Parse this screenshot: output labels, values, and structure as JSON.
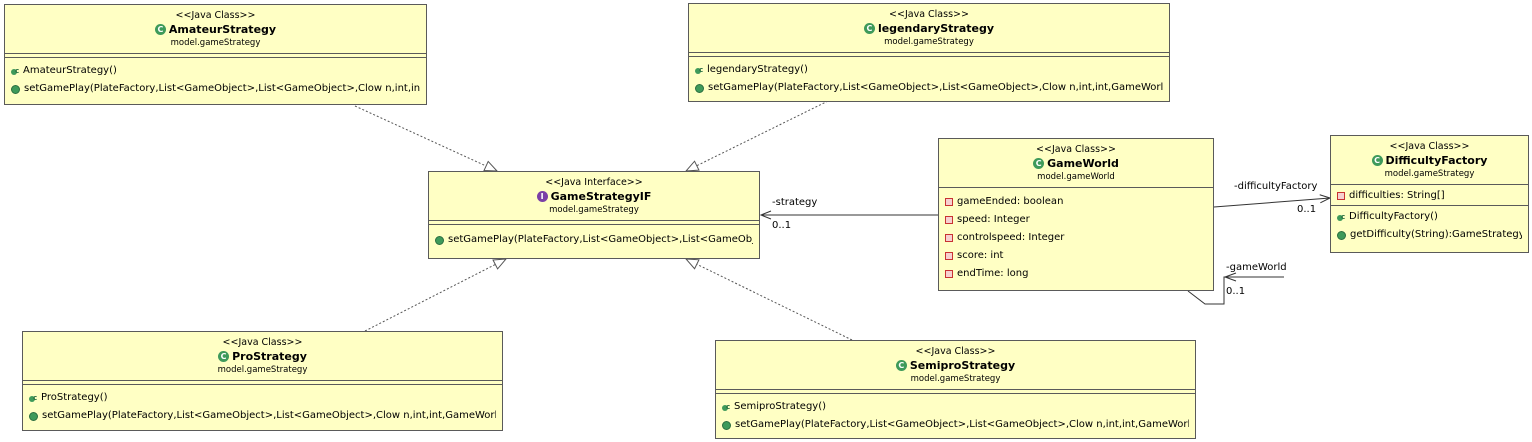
{
  "classes": {
    "amateur": {
      "stereotype": "<<Java Class>>",
      "icon": "class-icon",
      "name": "AmateurStrategy",
      "package": "model.gameStrategy",
      "methods": [
        "AmateurStrategy()",
        "setGamePlay(PlateFactory,List<GameObject>,List<GameObject>,Clow n,int,int,GameWorld):void"
      ]
    },
    "legendary": {
      "stereotype": "<<Java Class>>",
      "icon": "class-icon",
      "name": "legendaryStrategy",
      "package": "model.gameStrategy",
      "methods": [
        "legendaryStrategy()",
        "setGamePlay(PlateFactory,List<GameObject>,List<GameObject>,Clow n,int,int,GameWorld):void"
      ]
    },
    "gameStrategyIF": {
      "stereotype": "<<Java Interface>>",
      "icon": "interface-icon",
      "name": "GameStrategyIF",
      "package": "model.gameStrategy",
      "methods": [
        "setGamePlay(PlateFactory,List<GameObject>,List<GameObje..."
      ]
    },
    "gameWorld": {
      "stereotype": "<<Java Class>>",
      "icon": "class-icon",
      "name": "GameWorld",
      "package": "model.gameWorld",
      "fields": [
        "gameEnded: boolean",
        "speed: Integer",
        "controlspeed: Integer",
        "score: int",
        "endTime: long"
      ]
    },
    "difficultyFactory": {
      "stereotype": "<<Java Class>>",
      "icon": "class-icon",
      "name": "DifficultyFactory",
      "package": "model.gameStrategy",
      "fields": [
        "difficulties: String[]"
      ],
      "methods": [
        "DifficultyFactory()",
        "getDifficulty(String):GameStrategyIF"
      ]
    },
    "pro": {
      "stereotype": "<<Java Class>>",
      "icon": "class-icon",
      "name": "ProStrategy",
      "package": "model.gameStrategy",
      "methods": [
        "ProStrategy()",
        "setGamePlay(PlateFactory,List<GameObject>,List<GameObject>,Clow n,int,int,GameWorld):void"
      ]
    },
    "semipro": {
      "stereotype": "<<Java Class>>",
      "icon": "class-icon",
      "name": "SemiproStrategy",
      "package": "model.gameStrategy",
      "methods": [
        "SemiproStrategy()",
        "setGamePlay(PlateFactory,List<GameObject>,List<GameObject>,Clow n,int,int,GameWorld):void"
      ]
    }
  },
  "associations": {
    "strategy": {
      "role": "-strategy",
      "multiplicity": "0..1"
    },
    "difficultyFactory": {
      "role": "-difficultyFactory",
      "multiplicity": "0..1"
    },
    "gameWorld": {
      "role": "-gameWorld",
      "multiplicity": "0..1"
    }
  },
  "colors": {
    "box_fill": "#ffffc4",
    "border": "#5a5a5a",
    "class_icon": "#3e9a5a",
    "interface_icon": "#7a3fa6",
    "private_field": "#c83232"
  }
}
